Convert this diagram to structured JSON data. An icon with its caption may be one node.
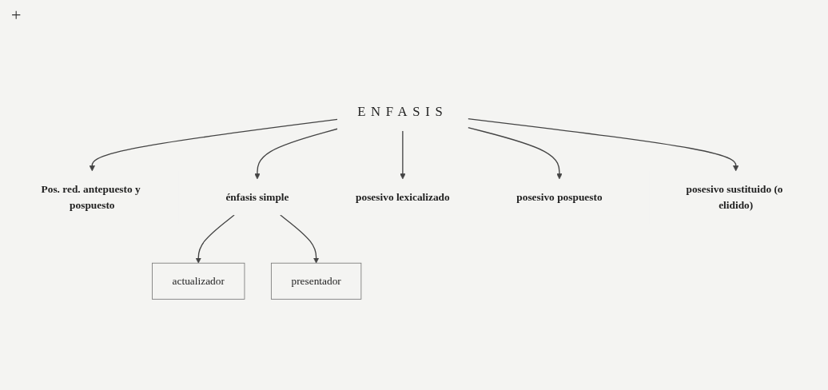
{
  "diagram": {
    "nodes": [
      {
        "text": [
          "ENFASIS"
        ]
      },
      {
        "text": [
          "Pos. red. antepuesto y pospuesto"
        ]
      },
      {
        "text": [
          "énfasis simple"
        ]
      },
      {
        "text": [
          "posesivo lexicalizado"
        ]
      },
      {
        "text": [
          "posesivo pospuesto"
        ]
      },
      {
        "text": [
          "posesivo sustituido (o elidido)"
        ]
      },
      {
        "text": [
          "actualizador"
        ]
      },
      {
        "text": [
          "presentador"
        ]
      }
    ],
    "edges": [
      {
        "from": 0,
        "to": 1,
        "arrow": "to"
      },
      {
        "from": 0,
        "to": 2,
        "arrow": "to"
      },
      {
        "from": 0,
        "to": 3,
        "arrow": "to"
      },
      {
        "from": 0,
        "to": 4,
        "arrow": "to"
      },
      {
        "from": 0,
        "to": 5,
        "arrow": "to"
      },
      {
        "from": 2,
        "to": 6,
        "arrow": "to"
      },
      {
        "from": 2,
        "to": 7,
        "arrow": "to"
      }
    ],
    "labels": [
      "+"
    ]
  }
}
